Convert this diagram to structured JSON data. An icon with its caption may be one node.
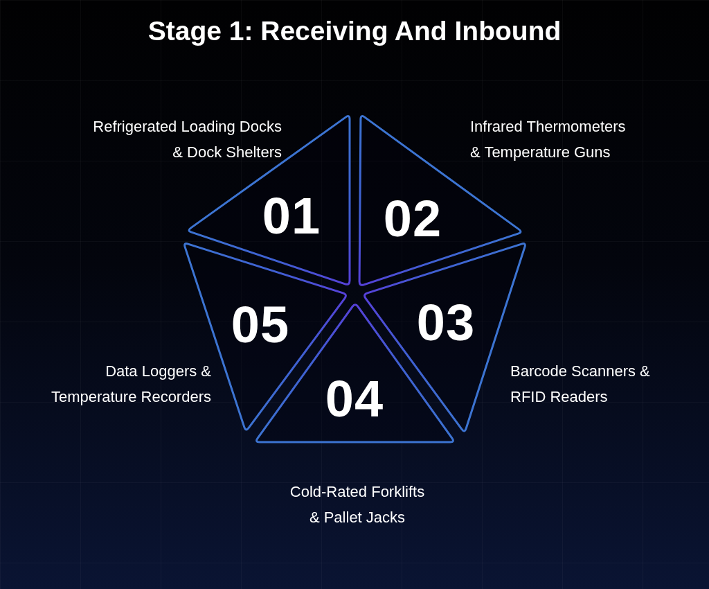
{
  "diagram": {
    "title": "Stage 1: Receiving And Inbound",
    "nodes": [
      {
        "text": [
          "01"
        ],
        "beside": [
          "Refrigerated Loading Docks & Dock Shelters"
        ]
      },
      {
        "text": [
          "02"
        ],
        "beside": [
          "Infrared Thermometers & Temperature Guns"
        ]
      },
      {
        "text": [
          "03"
        ],
        "beside": [
          "Barcode Scanners & RFID Readers"
        ]
      },
      {
        "text": [
          "04"
        ],
        "beside": [
          "Cold-Rated Forklifts & Pallet Jacks"
        ]
      },
      {
        "text": [
          "05"
        ],
        "beside": [
          "Data Loggers & Temperature Recorders"
        ]
      }
    ]
  }
}
